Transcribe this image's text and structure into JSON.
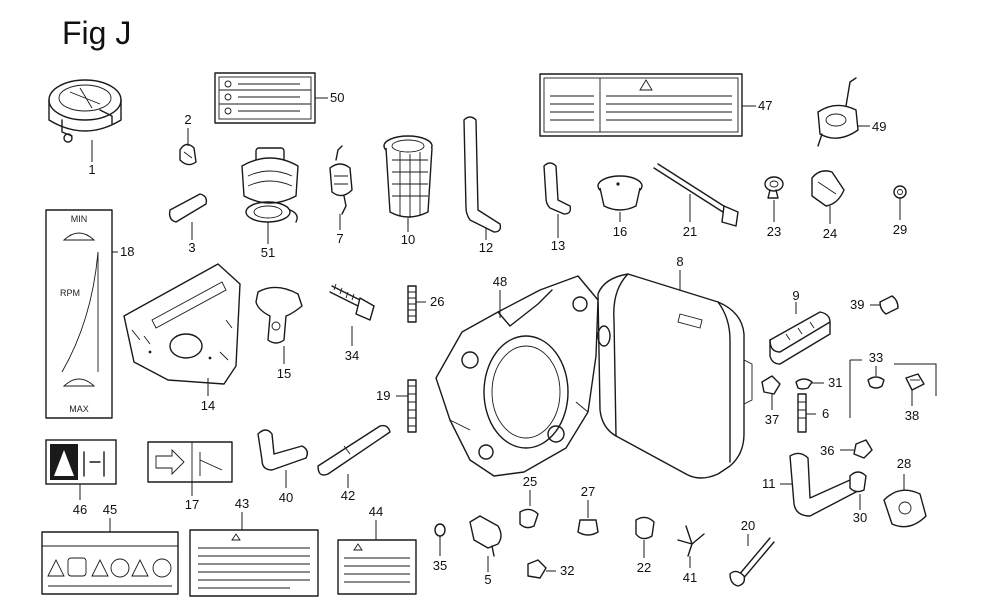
{
  "figure": {
    "title": "Fig J"
  },
  "callouts": [
    "1",
    "2",
    "3",
    "5",
    "6",
    "7",
    "8",
    "9",
    "10",
    "11",
    "12",
    "13",
    "14",
    "15",
    "16",
    "17",
    "18",
    "19",
    "20",
    "21",
    "22",
    "23",
    "24",
    "25",
    "26",
    "27",
    "28",
    "29",
    "30",
    "31",
    "32",
    "33",
    "34",
    "35",
    "36",
    "37",
    "38",
    "39",
    "40",
    "41",
    "42",
    "43",
    "44",
    "45",
    "46",
    "47",
    "48",
    "49",
    "50",
    "51"
  ],
  "labels": {
    "rpm_decal": {
      "min": "MIN",
      "rpm": "RPM",
      "max": "MAX"
    }
  }
}
